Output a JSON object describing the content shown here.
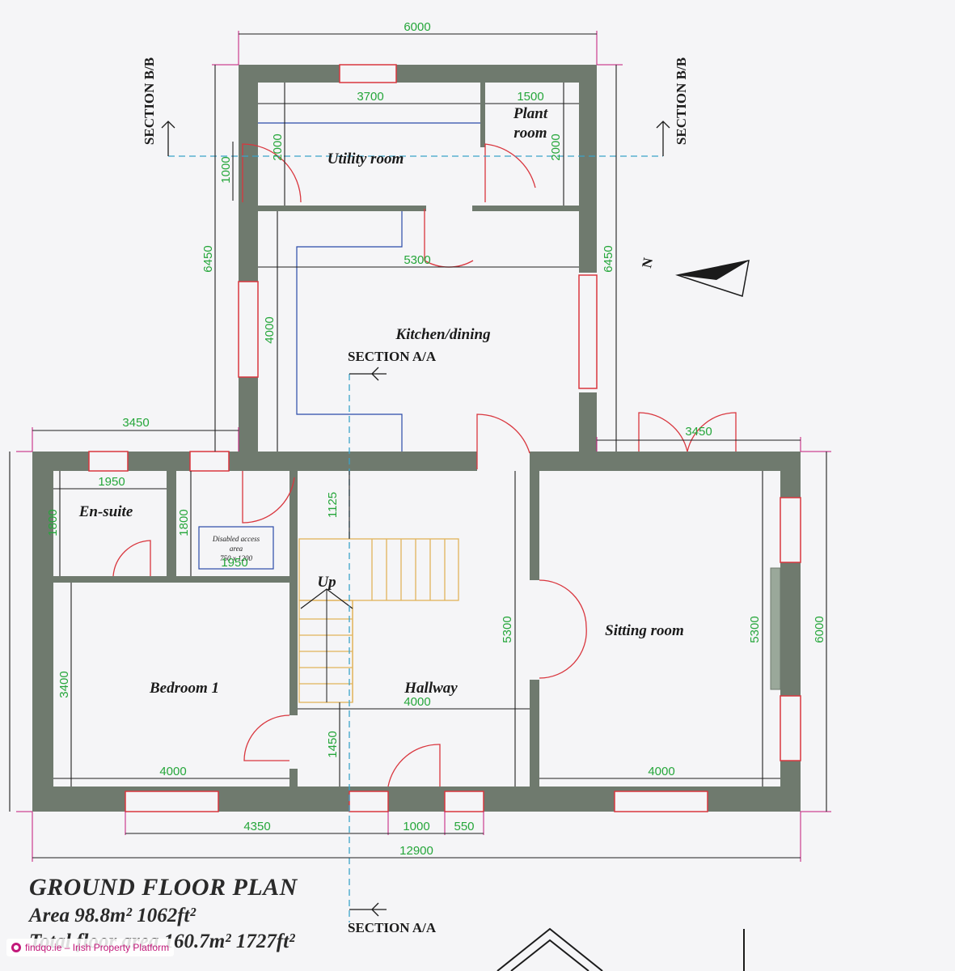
{
  "rooms": {
    "utility": "Utility room",
    "plant_line1": "Plant",
    "plant_line2": "room",
    "kitchen": "Kitchen/dining",
    "ensuite": "En-suite",
    "bedroom": "Bedroom 1",
    "hallway": "Hallway",
    "sitting": "Sitting room",
    "stairs_up": "Up"
  },
  "dimensions": {
    "top_width": "6000",
    "utility_width": "3700",
    "plant_width": "1500",
    "utility_depth": "2000",
    "plant_depth": "2000",
    "window_side": "1000",
    "left_depth": "6450",
    "right_depth": "6450",
    "kitchen_width": "5300",
    "kitchen_depth": "4000",
    "left_wing": "3450",
    "right_wing": "3450",
    "ensuite_width": "1950",
    "ensuite_depth": "1800",
    "lobby_depth": "1800",
    "lobby_width": "1950",
    "hall_top": "1125",
    "bedroom_depth": "3400",
    "hall_depth": "5300",
    "sitting_depth": "5300",
    "overall_depth": "6000",
    "hall_width": "4000",
    "hall_bottom": "1450",
    "bedroom_width": "4000",
    "sitting_width": "4000",
    "seg_a": "4350",
    "seg_b": "1000",
    "seg_c": "550",
    "overall_width": "12900"
  },
  "sections": {
    "bb": "SECTION B/B",
    "aa": "SECTION A/A"
  },
  "disabled_area": {
    "line1": "Disabled access",
    "line2": "area",
    "line3": "750 x 1200"
  },
  "north": "N",
  "title": {
    "heading": "GROUND FLOOR PLAN",
    "area": "Area 98.8m² 1062ft²",
    "total": "Total floor area 160.7m² 1727ft²"
  },
  "watermark": "findqo.ie – Irish Property Platform",
  "colors": {
    "wall": "#6f7a6e",
    "dimension": "#25a63a",
    "dim_line": "#1f1f1f",
    "extension": "#c2187a",
    "door": "#d9363e",
    "section_line": "#3aa3c9",
    "stair": "#e0b35a"
  }
}
